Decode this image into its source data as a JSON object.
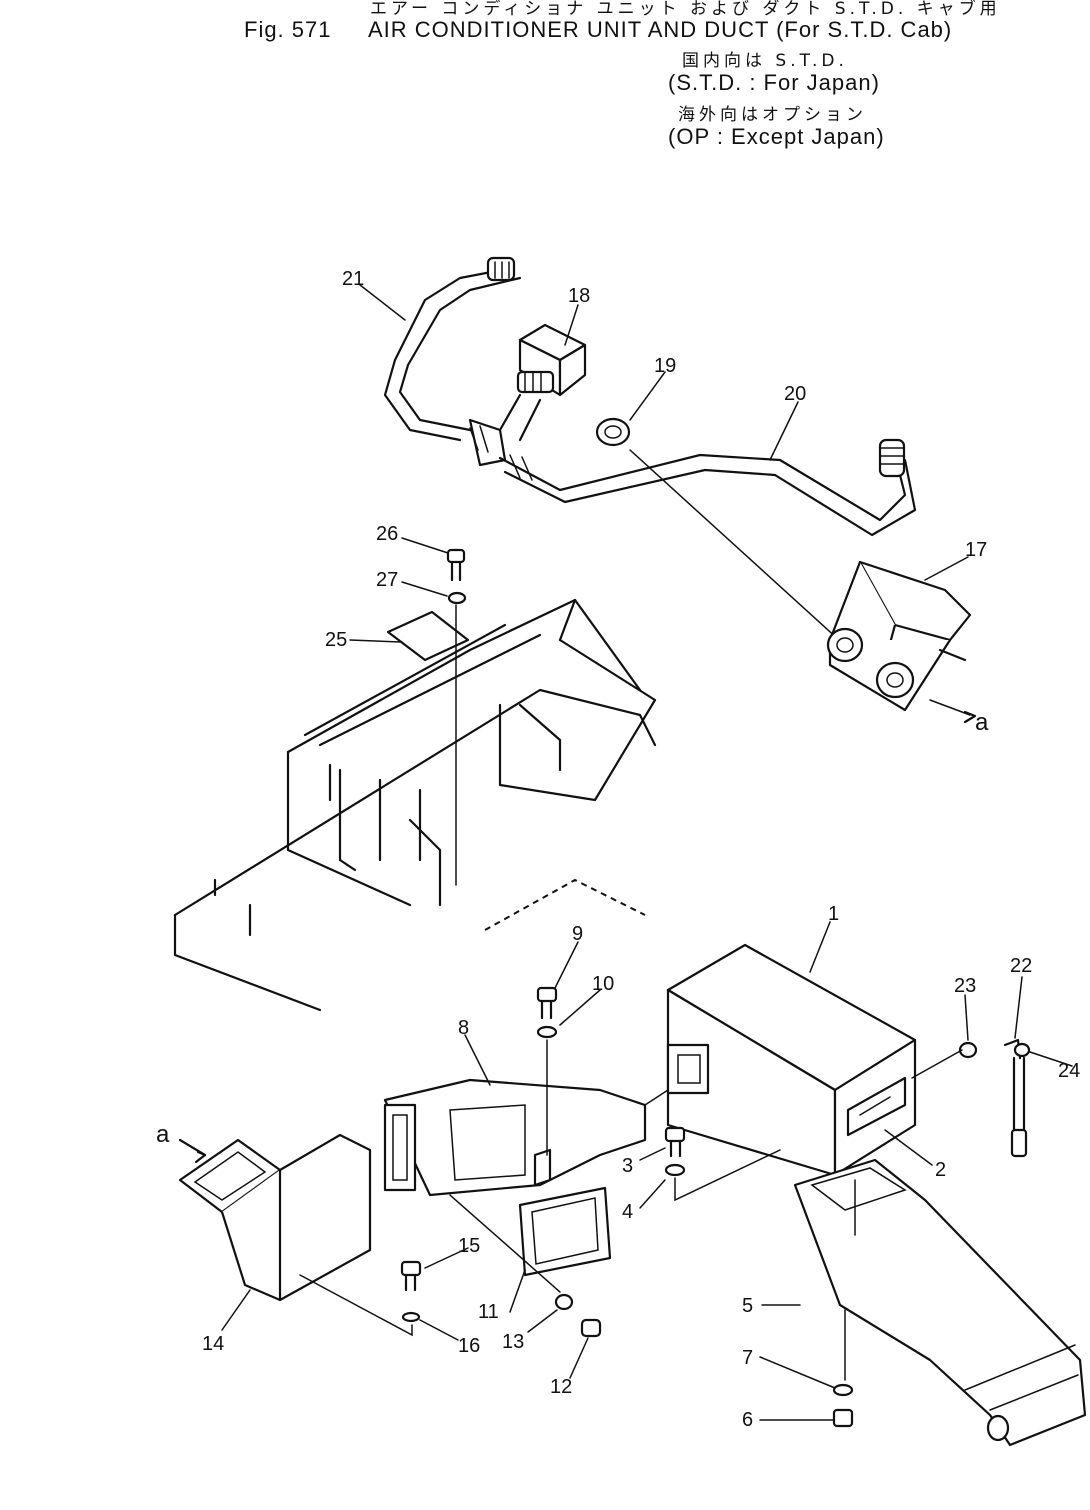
{
  "header": {
    "jp_title": "エアー コンディショナ ユニット および ダクト S.T.D. キャブ用",
    "fig_number": "Fig. 571",
    "title": "AIR CONDITIONER UNIT AND DUCT (For S.T.D. Cab)",
    "jp_std": "国内向は S.T.D.",
    "std_note": "(S.T.D. : For Japan)",
    "jp_op": "海外向はオプション",
    "op_note": "(OP : Except Japan)"
  },
  "callouts": [
    "1",
    "2",
    "3",
    "4",
    "5",
    "6",
    "7",
    "8",
    "9",
    "10",
    "11",
    "12",
    "13",
    "14",
    "15",
    "16",
    "17",
    "18",
    "19",
    "20",
    "21",
    "22",
    "23",
    "24",
    "25",
    "26",
    "27"
  ],
  "connection_markers": [
    "a",
    "a"
  ]
}
